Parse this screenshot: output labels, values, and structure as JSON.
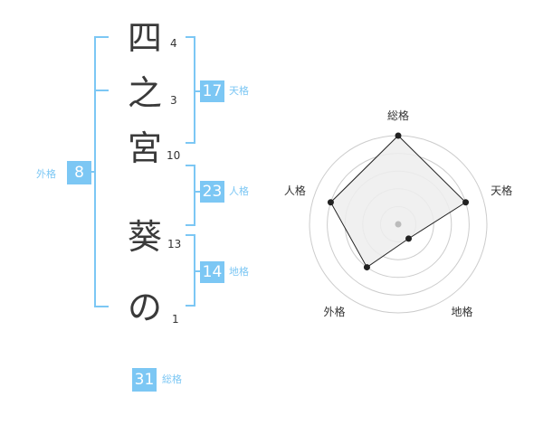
{
  "name_chars": [
    {
      "char": "四",
      "strokes": "4"
    },
    {
      "char": "之",
      "strokes": "3"
    },
    {
      "char": "宮",
      "strokes": "10"
    },
    {
      "char": "葵",
      "strokes": "13"
    },
    {
      "char": "の",
      "strokes": "1"
    }
  ],
  "fortunes": {
    "tenkaku": {
      "label": "天格",
      "value": "17"
    },
    "jinkaku": {
      "label": "人格",
      "value": "23"
    },
    "chikaku": {
      "label": "地格",
      "value": "14"
    },
    "gaikaku": {
      "label": "外格",
      "value": "8"
    },
    "soukaku": {
      "label": "総格",
      "value": "31"
    }
  },
  "colors": {
    "accent": "#7cc7f4",
    "radar_fill": "#ededed",
    "radar_line": "#222222",
    "ring": "#cccccc"
  },
  "chart_data": {
    "type": "radar",
    "axes": [
      "総格",
      "天格",
      "地格",
      "外格",
      "人格"
    ],
    "values": [
      5,
      4,
      1,
      3,
      4
    ],
    "max": 5,
    "rings": 5
  }
}
